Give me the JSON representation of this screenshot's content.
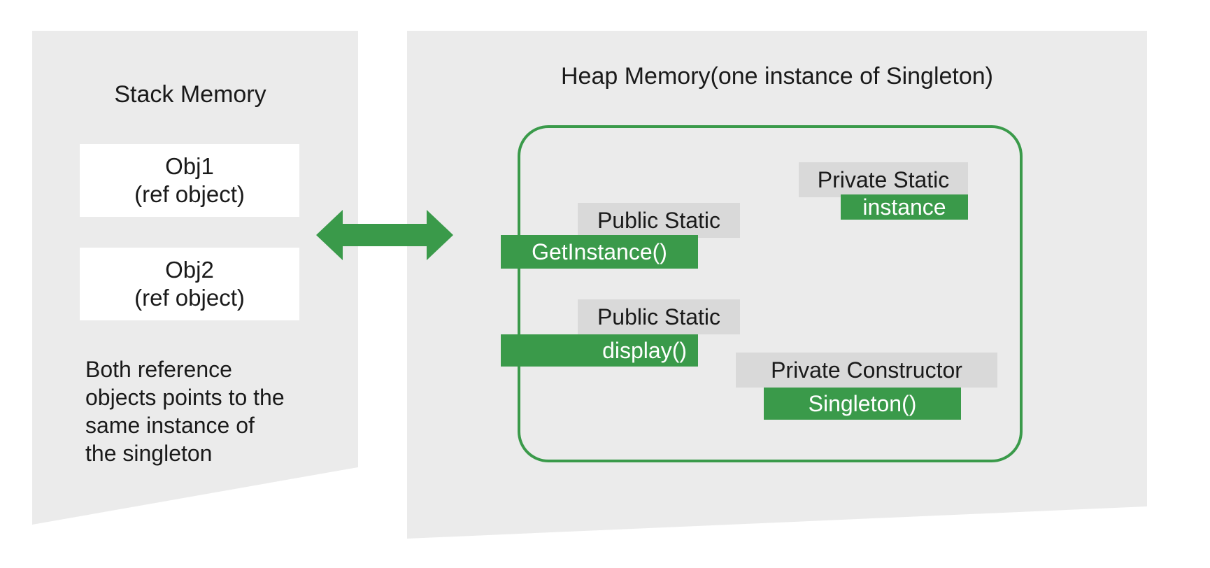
{
  "stack": {
    "title": "Stack Memory",
    "objects": [
      {
        "name": "Obj1",
        "sub": "(ref object)"
      },
      {
        "name": "Obj2",
        "sub": "(ref object)"
      }
    ],
    "note_lines": [
      "Both reference",
      "objects points to the",
      "same instance of",
      "the singleton"
    ]
  },
  "heap": {
    "title": "Heap Memory(one instance of Singleton)",
    "members": {
      "get_instance": {
        "modifier": "Public Static",
        "name": "GetInstance()"
      },
      "display": {
        "modifier": "Public Static",
        "name": "display()"
      },
      "instance": {
        "modifier": "Private Static",
        "name": "instance"
      },
      "constructor": {
        "modifier": "Private Constructor",
        "name": "Singleton()"
      }
    }
  },
  "colors": {
    "panel_bg": "#ebebeb",
    "label_gray": "#d9d9d9",
    "accent_green": "#3a9a4a"
  }
}
